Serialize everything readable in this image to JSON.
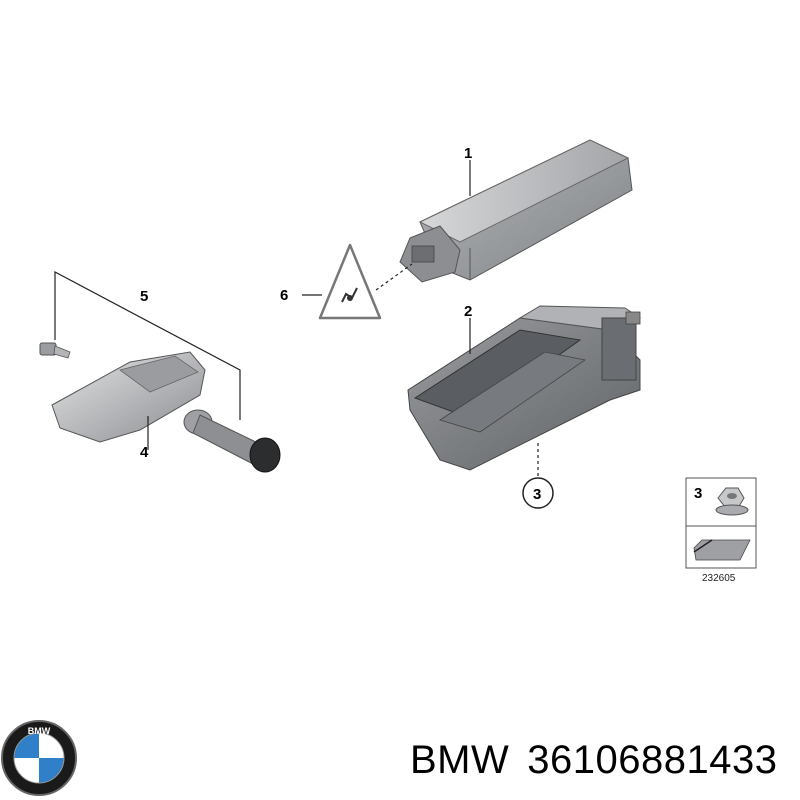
{
  "callouts": {
    "c1": "1",
    "c2": "2",
    "c3": "3",
    "c4": "4",
    "c5": "5",
    "c6": "6"
  },
  "legend": {
    "item_number": "3",
    "diagram_id": "232605"
  },
  "logo": {
    "text": "BMW",
    "colors": {
      "blue": "#2f7fc9",
      "white": "#ffffff",
      "ring": "#111111"
    }
  },
  "footer": {
    "brand": "BMW",
    "part_number": "36106881433"
  }
}
